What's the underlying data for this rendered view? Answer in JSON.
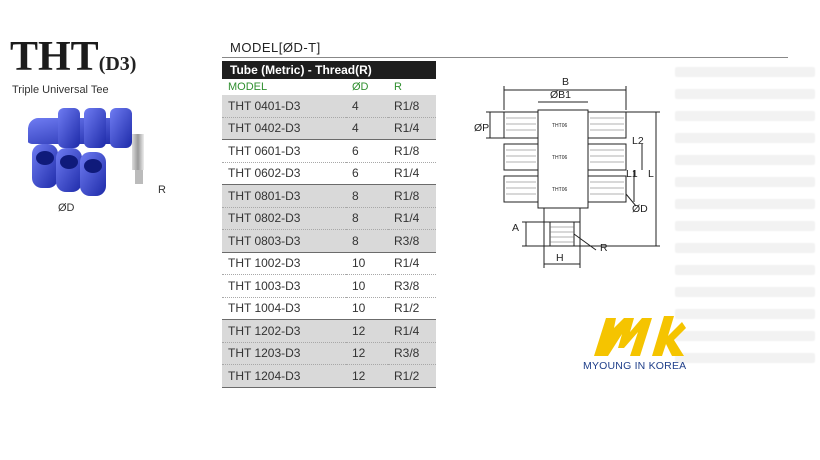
{
  "brand": {
    "title": "THT",
    "subtitle": "(D3)",
    "description": "Triple Universal Tee"
  },
  "photo_labels": {
    "d": "ØD",
    "r": "R"
  },
  "model_heading": "MODEL[ØD-T]",
  "table": {
    "bar_title": "Tube (Metric) - Thread(R)",
    "columns": [
      "MODEL",
      "ØD",
      "R"
    ],
    "rows": [
      {
        "model": "THT 0401-D3",
        "d": "4",
        "r": "R1/8"
      },
      {
        "model": "THT 0402-D3",
        "d": "4",
        "r": "R1/4"
      },
      {
        "model": "THT 0601-D3",
        "d": "6",
        "r": "R1/8"
      },
      {
        "model": "THT 0602-D3",
        "d": "6",
        "r": "R1/4"
      },
      {
        "model": "THT 0801-D3",
        "d": "8",
        "r": "R1/8"
      },
      {
        "model": "THT 0802-D3",
        "d": "8",
        "r": "R1/4"
      },
      {
        "model": "THT 0803-D3",
        "d": "8",
        "r": "R3/8"
      },
      {
        "model": "THT 1002-D3",
        "d": "10",
        "r": "R1/4"
      },
      {
        "model": "THT 1003-D3",
        "d": "10",
        "r": "R3/8"
      },
      {
        "model": "THT 1004-D3",
        "d": "10",
        "r": "R1/2"
      },
      {
        "model": "THT 1202-D3",
        "d": "12",
        "r": "R1/4"
      },
      {
        "model": "THT 1203-D3",
        "d": "12",
        "r": "R3/8"
      },
      {
        "model": "THT 1204-D3",
        "d": "12",
        "r": "R1/2"
      }
    ]
  },
  "drawing_labels": {
    "b": "B",
    "b1": "ØB1",
    "p": "ØP",
    "l2": "L2",
    "l1": "L1",
    "l": "L",
    "d": "ØD",
    "a": "A",
    "r": "R",
    "h": "H",
    "body_mark_1": "THT06",
    "body_mark_2": "THT06",
    "body_mark_3": "THT06"
  },
  "logo": {
    "mark": "mk",
    "text": "MYOUNG IN KOREA"
  },
  "colors": {
    "fitting_blue": "#2f3fd0",
    "table_bar": "#1e1e1e",
    "column_header": "#2f8f2f",
    "logo_yellow": "#f5c400",
    "logo_blue": "#1f3f8a"
  }
}
